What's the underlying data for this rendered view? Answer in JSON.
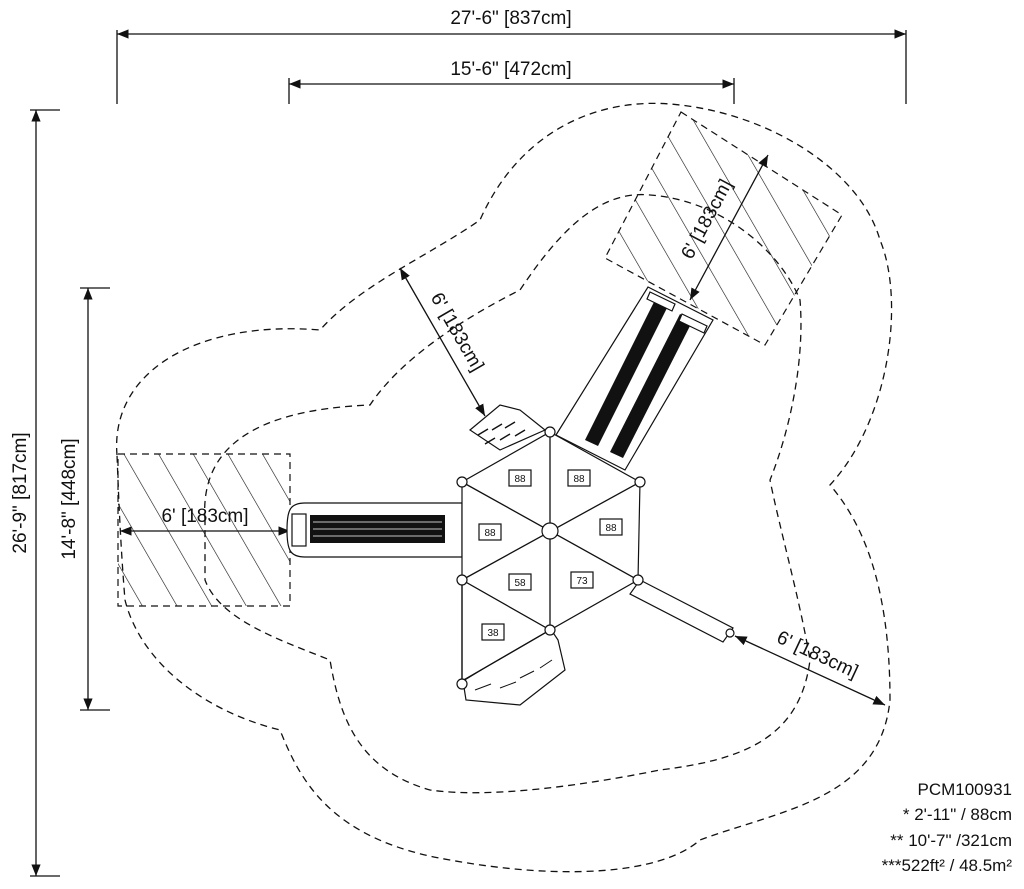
{
  "model": "PCM100931",
  "dimensions": {
    "overall_width": "27'-6\" [837cm]",
    "inner_width": "15'-6\" [472cm]",
    "overall_depth": "26'-9\" [817cm]",
    "inner_depth": "14'-8\" [448cm]",
    "use_zone_left": "6' [183cm]",
    "use_zone_top_left": "6' [183cm]",
    "use_zone_top_right": "6' [183cm]",
    "use_zone_right": "6' [183cm]"
  },
  "deck_heights": [
    "88",
    "88",
    "88",
    "88",
    "58",
    "73",
    "38"
  ],
  "notes": [
    "* 2'-11\" / 88cm",
    "** 10'-7\" /321cm",
    "***522ft² / 48.5m²"
  ]
}
